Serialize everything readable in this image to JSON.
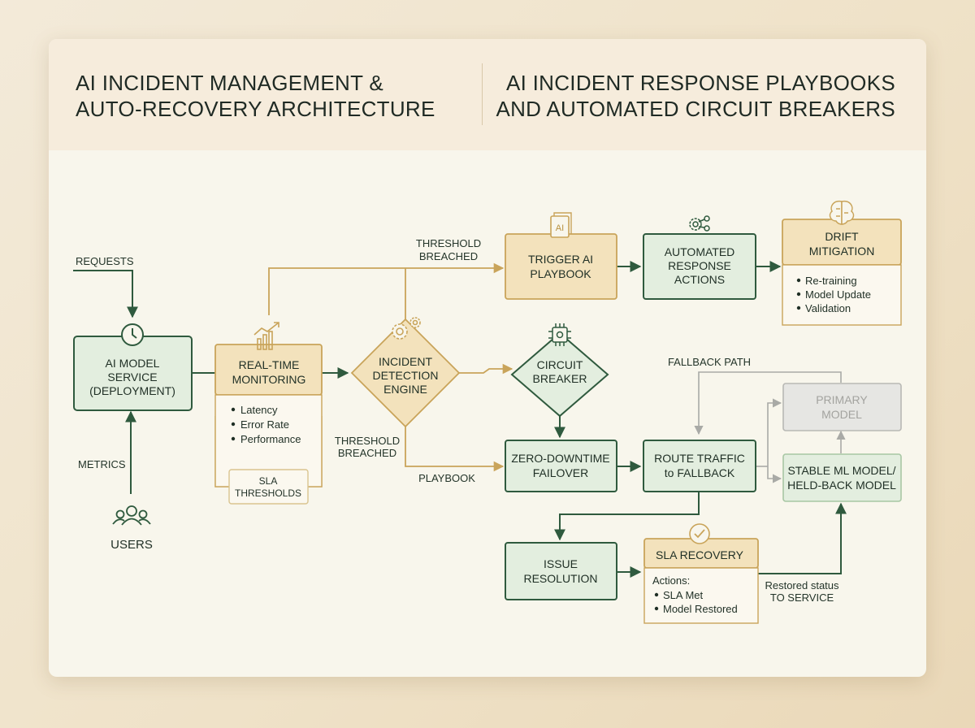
{
  "header": {
    "left_title": "AI INCIDENT MANAGEMENT &\nAUTO-RECOVERY ARCHITECTURE",
    "right_title": "AI INCIDENT RESPONSE PLAYBOOKS\nAND AUTOMATED CIRCUIT BREAKERS"
  },
  "labels": {
    "requests": "REQUESTS",
    "metrics": "METRICS",
    "users": "USERS",
    "threshold_top_1": "THRESHOLD",
    "threshold_top_2": "BREACHED",
    "threshold_mid_1": "THRESHOLD",
    "threshold_mid_2": "BREACHED",
    "playbook": "PLAYBOOK",
    "fallback_path": "FALLBACK PATH",
    "restored_1": "Restored status",
    "restored_2": "TO SERVICE"
  },
  "nodes": {
    "ai_model": {
      "line1": "AI MODEL",
      "line2": "SERVICE",
      "line3": "(DEPLOYMENT)"
    },
    "monitoring": {
      "line1": "REAL-TIME",
      "line2": "MONITORING",
      "item1": "Latency",
      "item2": "Error Rate",
      "item3": "Performance"
    },
    "sla_thresholds": {
      "line1": "SLA",
      "line2": "THRESHOLDS"
    },
    "detection": {
      "line1": "INCIDENT",
      "line2": "DETECTION",
      "line3": "ENGINE"
    },
    "trigger": {
      "line1": "TRIGGER AI",
      "line2": "PLAYBOOK",
      "icon_text": "AI"
    },
    "automated": {
      "line1": "AUTOMATED",
      "line2": "RESPONSE",
      "line3": "ACTIONS"
    },
    "drift": {
      "line1": "DRIFT",
      "line2": "MITIGATION",
      "item1": "Re-training",
      "item2": "Model Update",
      "item3": "Validation"
    },
    "circuit": {
      "line1": "CIRCUIT",
      "line2": "BREAKER"
    },
    "failover": {
      "line1": "ZERO-DOWNTIME",
      "line2": "FAILOVER"
    },
    "route": {
      "line1": "ROUTE TRAFFIC",
      "line2": "to FALLBACK"
    },
    "primary": {
      "line1": "PRIMARY",
      "line2": "MODEL"
    },
    "stable": {
      "line1": "STABLE ML MODEL/",
      "line2": "HELD-BACK MODEL"
    },
    "issue": {
      "line1": "ISSUE",
      "line2": "RESOLUTION"
    },
    "sla_recovery": {
      "title": "SLA RECOVERY",
      "actions_label": "Actions:",
      "item1": "SLA Met",
      "item2": "Model Restored"
    }
  },
  "colors": {
    "green_fill": "#e3eedf",
    "green_stroke": "#2f5a3e",
    "gold_fill": "#f3e2bc",
    "gold_stroke": "#c9a45a",
    "gray_fill": "#e6e6e3",
    "gray_stroke": "#b8b8b4"
  }
}
